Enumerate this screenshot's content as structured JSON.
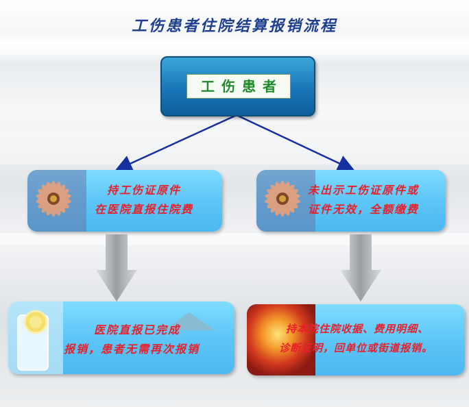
{
  "title": "工伤患者住院结算报销流程",
  "root": {
    "label": "工伤患者"
  },
  "left": {
    "line1": "持工伤证原件",
    "line2": "在医院直报住院费"
  },
  "right": {
    "line1": "未出示工伤证原件或",
    "line2": "证件无效，全额缴费"
  },
  "left_result": {
    "line1": "医院直报已完成",
    "line2": "报销，患者无需再次报销"
  },
  "right_result": {
    "line1": "持本院住院收据、费用明细、",
    "line2": "诊断证明，回单位或街道报销。"
  },
  "colors": {
    "title": "#1e3f8f",
    "root_label": "#1e8a2a",
    "box_text": "#e8202c",
    "box_fill": "#5ec6f7",
    "arrow": "#1530a0"
  }
}
